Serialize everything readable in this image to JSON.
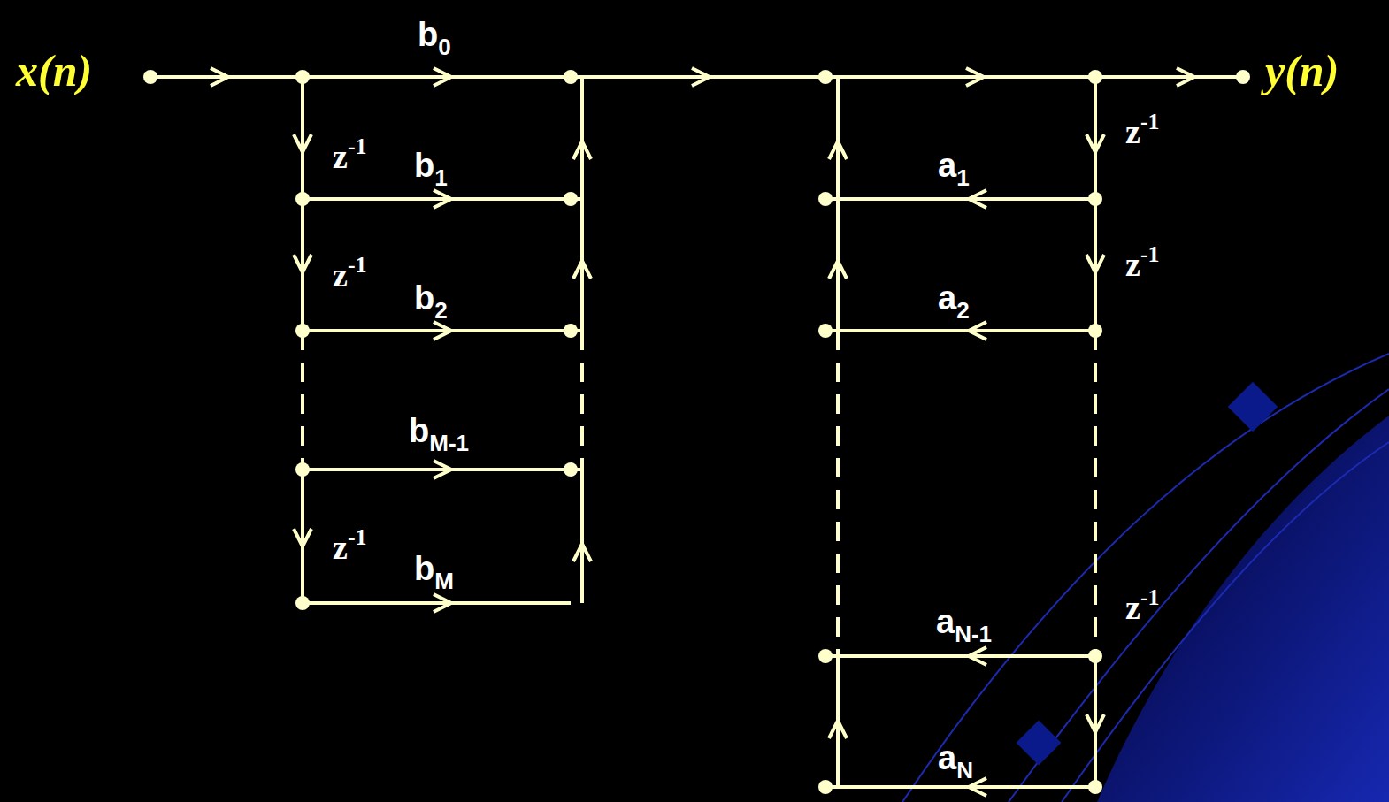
{
  "diagram": {
    "labels": [
      "x(n)",
      "b0",
      "y(n)",
      "z-1",
      "b1",
      "a1",
      "z-1",
      "z-1",
      "b2",
      "a2",
      "z-1",
      "bM-1",
      "aN-1",
      "z-1",
      "z-1",
      "bM",
      "aN"
    ]
  }
}
